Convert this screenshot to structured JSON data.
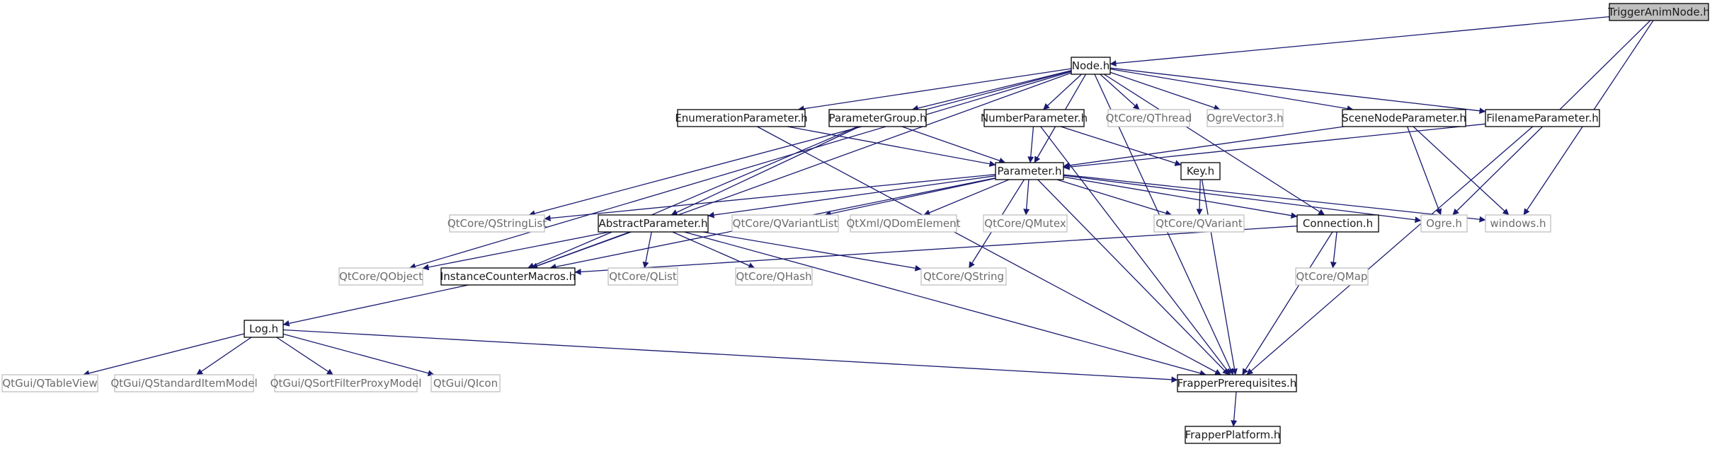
{
  "palette": {
    "edge": "#191970",
    "internal_border": "#000000",
    "external_border": "#bfbfbf",
    "root_fill": "#bfbfbf",
    "background": "#ffffff"
  },
  "nodes": {
    "trigger": {
      "label": "TriggerAnimNode.h",
      "kind": "root"
    },
    "node": {
      "label": "Node.h",
      "kind": "internal"
    },
    "enum": {
      "label": "EnumerationParameter.h",
      "kind": "internal"
    },
    "pgroup": {
      "label": "ParameterGroup.h",
      "kind": "internal"
    },
    "number": {
      "label": "NumberParameter.h",
      "kind": "internal"
    },
    "qthread": {
      "label": "QtCore/QThread",
      "kind": "external"
    },
    "ogrevec": {
      "label": "OgreVector3.h",
      "kind": "external"
    },
    "scenenode": {
      "label": "SceneNodeParameter.h",
      "kind": "internal"
    },
    "filename": {
      "label": "FilenameParameter.h",
      "kind": "internal"
    },
    "param": {
      "label": "Parameter.h",
      "kind": "internal"
    },
    "key": {
      "label": "Key.h",
      "kind": "internal"
    },
    "qstringlist": {
      "label": "QtCore/QStringList",
      "kind": "external"
    },
    "abstract": {
      "label": "AbstractParameter.h",
      "kind": "internal"
    },
    "qvariantlist": {
      "label": "QtCore/QVariantList",
      "kind": "external"
    },
    "qdom": {
      "label": "QtXml/QDomElement",
      "kind": "external"
    },
    "qmutex": {
      "label": "QtCore/QMutex",
      "kind": "external"
    },
    "qvariant": {
      "label": "QtCore/QVariant",
      "kind": "external"
    },
    "connection": {
      "label": "Connection.h",
      "kind": "internal"
    },
    "ogre": {
      "label": "Ogre.h",
      "kind": "external"
    },
    "windows": {
      "label": "windows.h",
      "kind": "external"
    },
    "qobject": {
      "label": "QtCore/QObject",
      "kind": "external"
    },
    "icmacros": {
      "label": "InstanceCounterMacros.h",
      "kind": "internal"
    },
    "qlist": {
      "label": "QtCore/QList",
      "kind": "external"
    },
    "qhash": {
      "label": "QtCore/QHash",
      "kind": "external"
    },
    "qstring": {
      "label": "QtCore/QString",
      "kind": "external"
    },
    "qmap": {
      "label": "QtCore/QMap",
      "kind": "external"
    },
    "log": {
      "label": "Log.h",
      "kind": "internal"
    },
    "qtableview": {
      "label": "QtGui/QTableView",
      "kind": "external"
    },
    "qsim": {
      "label": "QtGui/QStandardItemModel",
      "kind": "external"
    },
    "qsfpm": {
      "label": "QtGui/QSortFilterProxyModel",
      "kind": "external"
    },
    "qicon": {
      "label": "QtGui/QIcon",
      "kind": "external"
    },
    "prereq": {
      "label": "FrapperPrerequisites.h",
      "kind": "internal"
    },
    "platform": {
      "label": "FrapperPlatform.h",
      "kind": "internal"
    }
  },
  "edges": [
    [
      "trigger",
      "node"
    ],
    [
      "trigger",
      "ogre"
    ],
    [
      "trigger",
      "windows"
    ],
    [
      "node",
      "enum"
    ],
    [
      "node",
      "pgroup"
    ],
    [
      "node",
      "number"
    ],
    [
      "node",
      "qthread"
    ],
    [
      "node",
      "ogrevec"
    ],
    [
      "node",
      "scenenode"
    ],
    [
      "node",
      "filename"
    ],
    [
      "node",
      "param"
    ],
    [
      "node",
      "qstringlist"
    ],
    [
      "node",
      "qobject"
    ],
    [
      "node",
      "icmacros"
    ],
    [
      "node",
      "connection"
    ],
    [
      "node",
      "prereq"
    ],
    [
      "enum",
      "param"
    ],
    [
      "enum",
      "prereq"
    ],
    [
      "pgroup",
      "param"
    ],
    [
      "pgroup",
      "abstract"
    ],
    [
      "pgroup",
      "icmacros"
    ],
    [
      "number",
      "param"
    ],
    [
      "number",
      "key"
    ],
    [
      "number",
      "prereq"
    ],
    [
      "scenenode",
      "param"
    ],
    [
      "scenenode",
      "ogre"
    ],
    [
      "scenenode",
      "windows"
    ],
    [
      "filename",
      "param"
    ],
    [
      "filename",
      "prereq"
    ],
    [
      "param",
      "qstringlist"
    ],
    [
      "param",
      "abstract"
    ],
    [
      "param",
      "qvariantlist"
    ],
    [
      "param",
      "qdom"
    ],
    [
      "param",
      "qmutex"
    ],
    [
      "param",
      "qvariant"
    ],
    [
      "param",
      "connection"
    ],
    [
      "param",
      "ogre"
    ],
    [
      "param",
      "windows"
    ],
    [
      "param",
      "icmacros"
    ],
    [
      "param",
      "qstring"
    ],
    [
      "param",
      "prereq"
    ],
    [
      "key",
      "qvariant"
    ],
    [
      "key",
      "prereq"
    ],
    [
      "abstract",
      "qobject"
    ],
    [
      "abstract",
      "icmacros"
    ],
    [
      "abstract",
      "qlist"
    ],
    [
      "abstract",
      "qhash"
    ],
    [
      "abstract",
      "qstring"
    ],
    [
      "abstract",
      "prereq"
    ],
    [
      "connection",
      "icmacros"
    ],
    [
      "connection",
      "qmap"
    ],
    [
      "connection",
      "prereq"
    ],
    [
      "icmacros",
      "log"
    ],
    [
      "log",
      "qtableview"
    ],
    [
      "log",
      "qsim"
    ],
    [
      "log",
      "qsfpm"
    ],
    [
      "log",
      "qicon"
    ],
    [
      "log",
      "prereq"
    ],
    [
      "prereq",
      "platform"
    ]
  ]
}
